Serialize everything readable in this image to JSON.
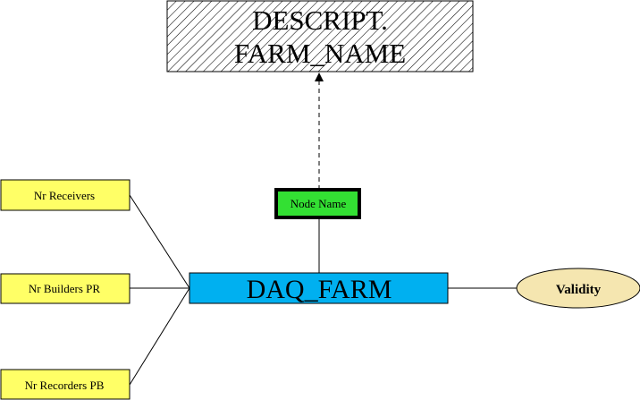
{
  "entity": {
    "name": "DAQ_FARM",
    "fill": "#00b0f0"
  },
  "referenced_table": {
    "line1": "DESCRIPT.",
    "line2": "FARM_NAME",
    "fill": "#ffffff",
    "hatch": "#000000"
  },
  "key_attribute": {
    "label": "Node Name",
    "fill": "#33e033"
  },
  "attributes": [
    {
      "label": "Nr Receivers",
      "fill": "#ffff66"
    },
    {
      "label": "Nr Builders PR",
      "fill": "#ffff66"
    },
    {
      "label": "Nr Recorders PB",
      "fill": "#ffff66"
    }
  ],
  "flag": {
    "label": "Validity",
    "fill": "#f5e6b0"
  }
}
